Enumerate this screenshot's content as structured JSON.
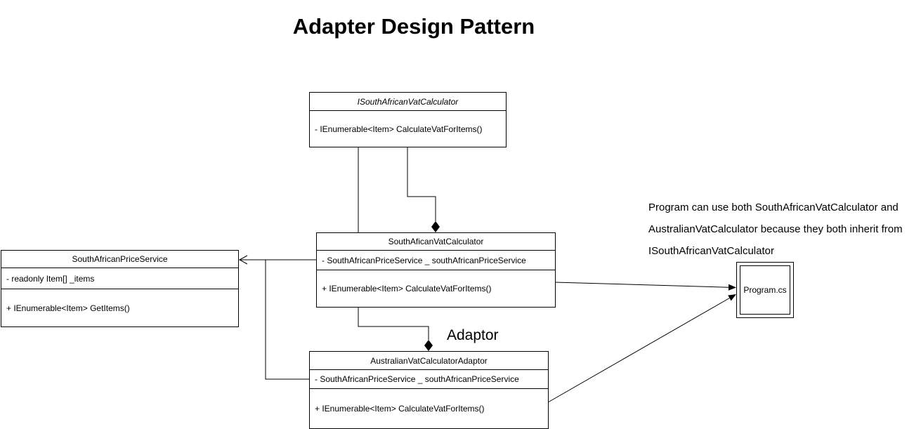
{
  "title": "Adapter Design Pattern",
  "colors": {
    "stroke": "#000000",
    "background": "#ffffff"
  },
  "uml": {
    "interface": {
      "name": "ISouthAfricanVatCalculator",
      "method": "- IEnumerable<Item> CalculateVatForItems()"
    },
    "south_african_vat_calculator": {
      "name": "SouthAficanVatCalculator",
      "field": "- SouthAfricanPriceService _ southAfricanPriceService",
      "method": "+ IEnumerable<Item> CalculateVatForItems()"
    },
    "south_african_price_service": {
      "name": "SouthAfricanPriceService",
      "field": "- readonly Item[] _items",
      "method": "+ IEnumerable<Item> GetItems()"
    },
    "australian_vat_calculator_adaptor": {
      "name": "AustralianVatCalculatorAdaptor",
      "field": "- SouthAfricanPriceService _ southAfricanPriceService",
      "method": "+ IEnumerable<Item> CalculateVatForItems()"
    },
    "adaptor_label": "Adaptor",
    "program_file": "Program.cs",
    "note": {
      "line1": "Program can use both SouthAfricanVatCalculator and",
      "line2": "AustralianVatCalculator because they both inherit from",
      "line3": "ISouthAfricanVatCalculator"
    }
  }
}
